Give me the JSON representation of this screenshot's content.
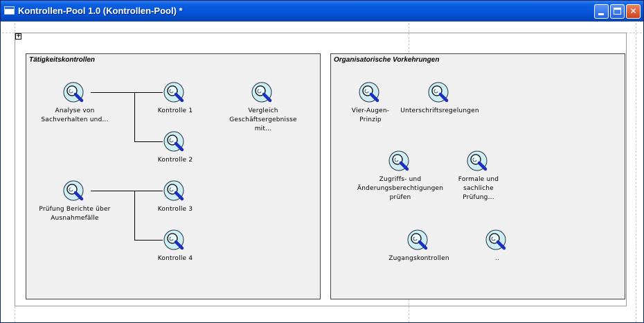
{
  "window": {
    "title": "Kontrollen-Pool 1.0 (Kontrollen-Pool) *",
    "buttons": {
      "minimize": "",
      "maximize": "",
      "close": "✕"
    }
  },
  "canvas": {
    "expander": "+"
  },
  "groups": {
    "taetigkeit": {
      "title": "Tätigkeitskontrollen",
      "nodes": {
        "analyse": "Analyse von Sachverhalten und...",
        "k1": "Kontrolle 1",
        "vergleich": "Vergleich Geschäftsergebnisse mit...",
        "k2": "Kontrolle 2",
        "pruefung": "Prüfung Berichte über Ausnahmefälle",
        "k3": "Kontrolle 3",
        "k4": "Kontrolle 4"
      }
    },
    "organisation": {
      "title": "Organisatorische Vorkehrungen",
      "nodes": {
        "vieraugen": "Vier-Augen-Prinzip",
        "unterschrift": "Unterschriftsregelungen",
        "zugriff": "Zugriffs- und Änderungsberechtigungen prüfen",
        "formale": "Formale und sachliche Prüfung...",
        "zugang": "Zugangskontrollen",
        "dots": ".."
      }
    }
  },
  "colors": {
    "titlebar": "#0553d8",
    "group_fill": "#f0f0f0",
    "icon_glass": "#b9e3ec",
    "icon_handle": "#1a2fc0"
  },
  "icons": {
    "node": "magnifier-icon"
  }
}
